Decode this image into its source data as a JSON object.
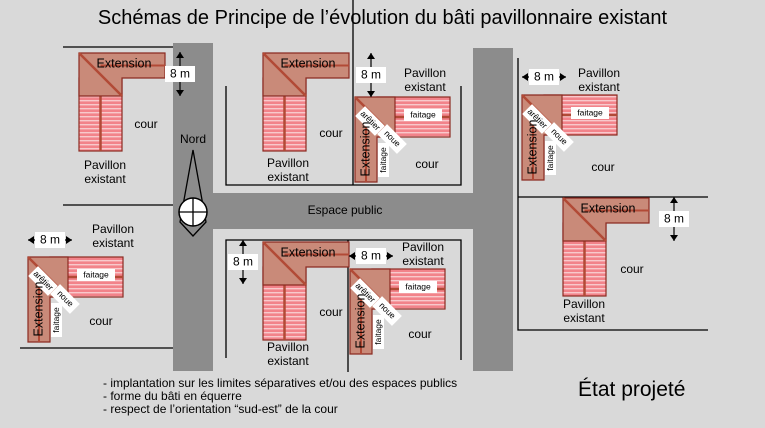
{
  "title": "Schémas de Principe de l’évolution du bâti pavillonnaire existant",
  "labels": {
    "extension": "Extension",
    "pavillon": "Pavillon",
    "existant": "existant",
    "cour": "cour",
    "faitage": "faitage",
    "noue": "noue",
    "aretier": "arêtier",
    "distance": "8 m",
    "nord": "Nord",
    "espace_public": "Espace public"
  },
  "notes": [
    "- implantation sur les limites séparatives et/ou des espaces publics",
    "- forme du bâti en équerre",
    "- respect de l’orientation “sud-est” de la cour"
  ],
  "state": "État projeté"
}
